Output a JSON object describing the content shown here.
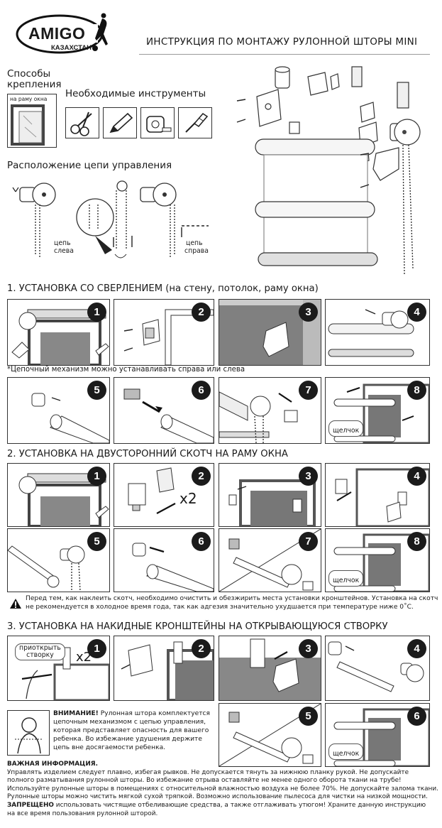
{
  "header": {
    "logo_text": "AMIGO",
    "logo_sub": "КАЗАХСТАН",
    "title": "ИНСТРУКЦИЯ ПО МОНТАЖУ РУЛОННОЙ ШТОРЫ MINI"
  },
  "intro": {
    "mount_methods": "Способы\nкрепления",
    "window_frame_label": "на раму окна",
    "tools_title": "Необходимые инструменты",
    "tools": [
      "scissors-icon",
      "pencil-icon",
      "tape-measure-icon",
      "screwdriver-icon"
    ],
    "chain_title": "Расположение цепи управления",
    "chain_left_line1": "цепь",
    "chain_left_line2": "слева",
    "chain_right_line1": "цепь",
    "chain_right_line2": "справа"
  },
  "section1": {
    "title": "1. УСТАНОВКА СО СВЕРЛЕНИЕМ (на стену, потолок, раму окна)",
    "note": "*Цепочный механизм можно устанавливать справа или слева",
    "steps": [
      "1",
      "2",
      "3",
      "4",
      "5",
      "6",
      "7",
      "8"
    ],
    "click_label": "щелчок"
  },
  "section2": {
    "title": "2. УСТАНОВКА НА ДВУСТОРОННИЙ СКОТЧ НА РАМУ ОКНА",
    "steps": [
      "1",
      "2",
      "3",
      "4",
      "5",
      "6",
      "7",
      "8"
    ],
    "x2_label": "x2",
    "click_label": "щелчок",
    "warning_line1": "Перед тем, как наклеить скотч, необходимо очистить и обезжирить места установки кронштейнов. Установка на скотч",
    "warning_line2": "не рекомендуется в холодное время года, так как адгезия значительно ухудшается при температуре ниже 0˚С."
  },
  "section3": {
    "title": "3. УСТАНОВКА НА НАКИДНЫЕ КРОНШТЕЙНЫ НА ОТКРЫВАЮЩУЮСЯ СТВОРКУ",
    "steps": [
      "1",
      "2",
      "3",
      "4",
      "5",
      "6"
    ],
    "open_sash_line1": "приоткрыть",
    "open_sash_line2": "створку",
    "x2_label": "x2",
    "click_label": "щелчок"
  },
  "attention": {
    "bold": "ВНИМАНИЕ!",
    "line1": " Рулонная штора комплектуется",
    "line2": "цепочным механизмом с цепью управления,",
    "line3": "которая представляет опасность для вашего",
    "line4": "ребенка. Во избежание удушения держите",
    "line5": "цепь вне досягаемости ребенка."
  },
  "important": {
    "title": "ВАЖНАЯ ИНФОРМАЦИЯ.",
    "line1": "Управлять изделием следует плавно, избегая рывков. Не допускается тянуть за нижнюю планку рукой. Не допускайте",
    "line2": "полного разматывания рулонной шторы. Во избежание отрыва оставляйте не менее одного оборота ткани на трубе!",
    "line3": "Используйте рулонные шторы в помещениях с относительной влажностью воздуха не более 70%. Не допускайте залома ткани.",
    "line4": "Рулонные шторы можно чистить мягкой сухой тряпкой. Возможно использование пылесоса для чистки на низкой мощности.",
    "forbidden_bold": "ЗАПРЕЩЕНО",
    "line5": " использовать чистящие отбеливающие средства, а также отглаживать утюгом! Храните данную инструкцию",
    "line6": "на все время пользования рулонной шторой."
  }
}
